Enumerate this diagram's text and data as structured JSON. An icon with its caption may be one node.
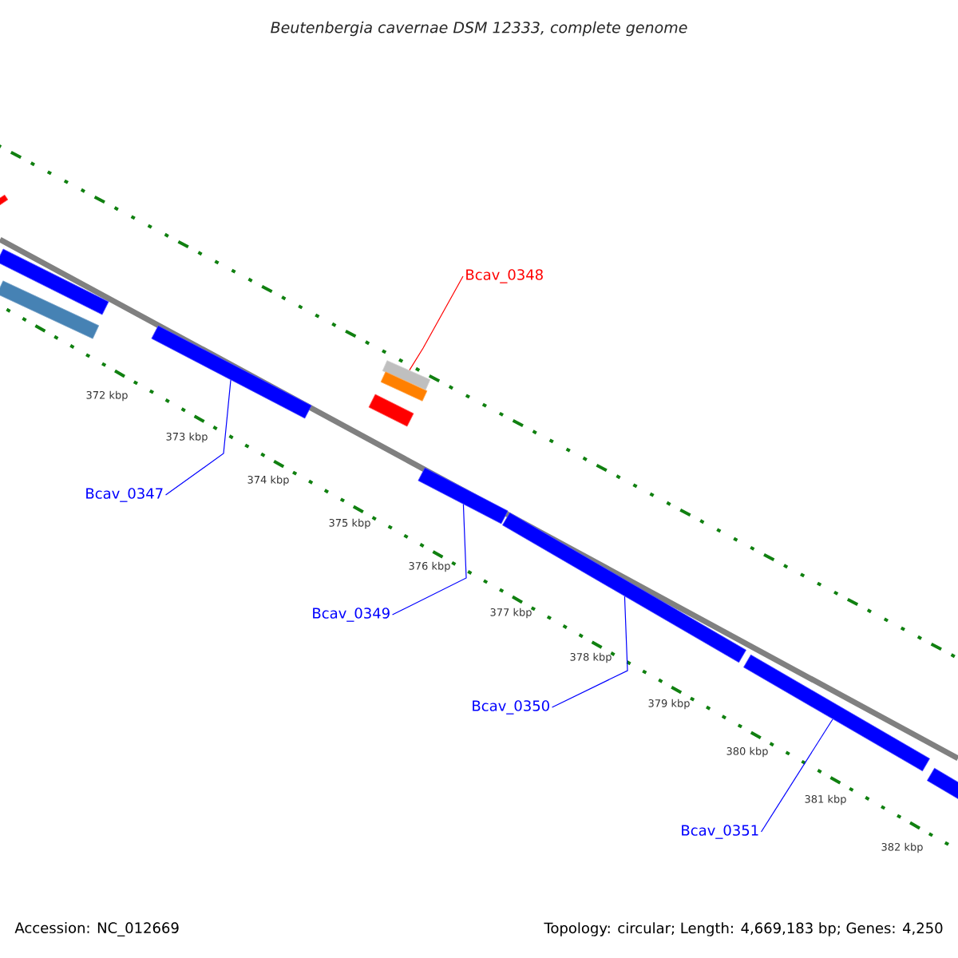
{
  "diagram": {
    "title": "Beutenbergia cavernae DSM 12333, complete genome",
    "nodes": [
      {
        "text": [
          "Bcav_0348"
        ]
      },
      {
        "text": [],
        "shape": "bar"
      },
      {
        "text": [
          "Bcav_0347"
        ]
      },
      {
        "text": [],
        "shape": "bar"
      },
      {
        "text": [
          "Bcav_0349"
        ]
      },
      {
        "text": [],
        "shape": "bar"
      },
      {
        "text": [
          "Bcav_0350"
        ]
      },
      {
        "text": [],
        "shape": "bar"
      },
      {
        "text": [
          "Bcav_0351"
        ]
      },
      {
        "text": [],
        "shape": "bar"
      },
      {
        "text": [],
        "shape": "bar"
      },
      {
        "text": [],
        "shape": "bar"
      },
      {
        "text": [],
        "shape": "bar"
      },
      {
        "text": [],
        "shape": "bar"
      },
      {
        "text": [],
        "shape": "bar"
      },
      {
        "text": [],
        "shape": "bar"
      }
    ],
    "edges": [
      {
        "from": 0,
        "to": 1,
        "arrow": "none",
        "color": "#ff0000"
      },
      {
        "from": 2,
        "to": 3,
        "arrow": "none"
      },
      {
        "from": 4,
        "to": 5,
        "arrow": "none"
      },
      {
        "from": 6,
        "to": 7,
        "arrow": "none"
      },
      {
        "from": 8,
        "to": 9,
        "arrow": "none"
      }
    ],
    "labels": [
      "372 kbp",
      "373 kbp",
      "374 kbp",
      "375 kbp",
      "376 kbp",
      "377 kbp",
      "378 kbp",
      "379 kbp",
      "380 kbp",
      "381 kbp",
      "382 kbp",
      "Accession: NC_012669",
      "Topology: circular; Length: 4,669,183 bp; Genes: 4,250"
    ]
  }
}
